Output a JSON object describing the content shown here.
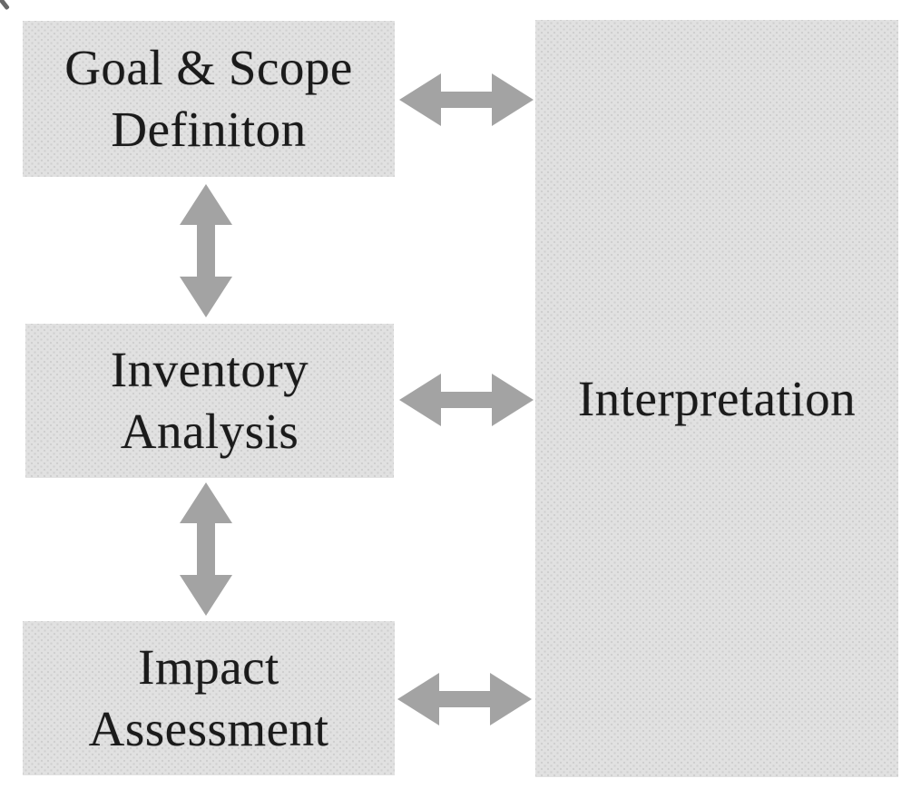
{
  "diagram": {
    "boxes": [
      {
        "id": "goal-scope",
        "lines": [
          "Goal & Scope",
          "Definiton"
        ]
      },
      {
        "id": "inventory",
        "lines": [
          "Inventory",
          "Analysis"
        ]
      },
      {
        "id": "impact",
        "lines": [
          "Impact",
          "Assessment"
        ]
      },
      {
        "id": "interpretation",
        "lines": [
          "Interpretation"
        ]
      }
    ],
    "connections": [
      {
        "from": "goal-scope",
        "to": "inventory",
        "type": "bidirectional"
      },
      {
        "from": "inventory",
        "to": "impact",
        "type": "bidirectional"
      },
      {
        "from": "goal-scope",
        "to": "interpretation",
        "type": "bidirectional"
      },
      {
        "from": "inventory",
        "to": "interpretation",
        "type": "bidirectional"
      },
      {
        "from": "impact",
        "to": "interpretation",
        "type": "bidirectional"
      }
    ],
    "colors": {
      "background": "#ffffff",
      "box_fill": "#e1e1e1",
      "box_dot": "#cfcfcf",
      "arrow": "#a3a3a3",
      "text": "#1b1b1b"
    }
  }
}
